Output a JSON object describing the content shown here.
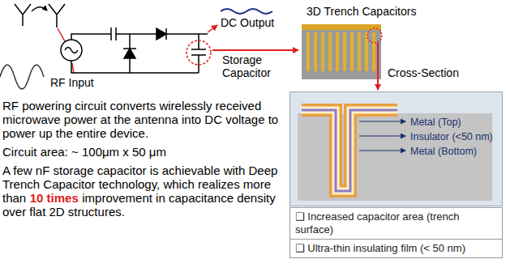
{
  "diagram": {
    "nodes": [
      {
        "text": [
          "Metal (Top)",
          "Insulator (<50 nm)",
          "Metal (Bottom)"
        ]
      },
      {
        "text": [
          "❑ Increased capacitor area (trench surface)"
        ]
      },
      {
        "text": [
          "❑ Ultra-thin insulating film (< 50 nm)"
        ]
      }
    ],
    "labels": [
      "DC Output",
      "3D Trench Capacitors",
      "Storage Capacitor",
      "RF Input",
      "Cross-Section",
      "RF powering circuit converts wirelessly received microwave power at the antenna into DC voltage to power up the entire device.",
      "Circuit area: ~ 100μm x 50 μm",
      "A few nF storage capacitor is achievable with Deep Trench Capacitor technology, which realizes more than",
      "10 times",
      "improvement in capacitance density over flat 2D structures."
    ]
  }
}
